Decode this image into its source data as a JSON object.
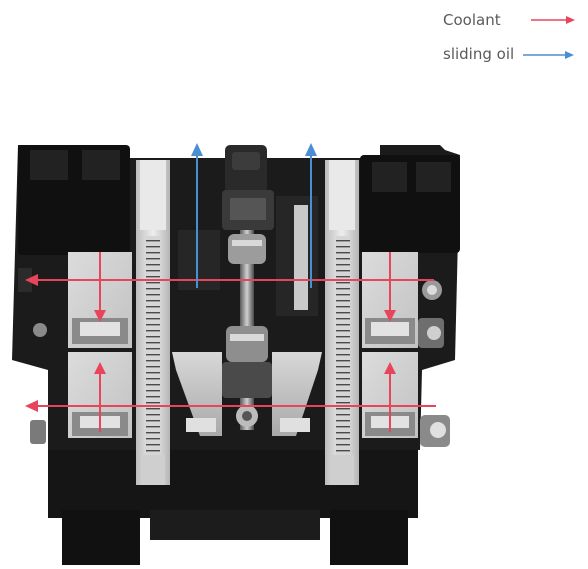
{
  "legend": {
    "items": [
      {
        "label": "Coolant",
        "color": "#e8455a"
      },
      {
        "label": "sliding oil",
        "color": "#4a8fd4"
      }
    ]
  },
  "diagram": {
    "subject": "machine-cross-section",
    "flows": [
      {
        "type": "coolant",
        "direction": "left"
      },
      {
        "type": "coolant",
        "direction": "left"
      },
      {
        "type": "coolant",
        "direction": "down"
      },
      {
        "type": "coolant",
        "direction": "down"
      },
      {
        "type": "coolant",
        "direction": "up"
      },
      {
        "type": "coolant",
        "direction": "up"
      },
      {
        "type": "sliding-oil",
        "direction": "up"
      },
      {
        "type": "sliding-oil",
        "direction": "up"
      }
    ]
  }
}
